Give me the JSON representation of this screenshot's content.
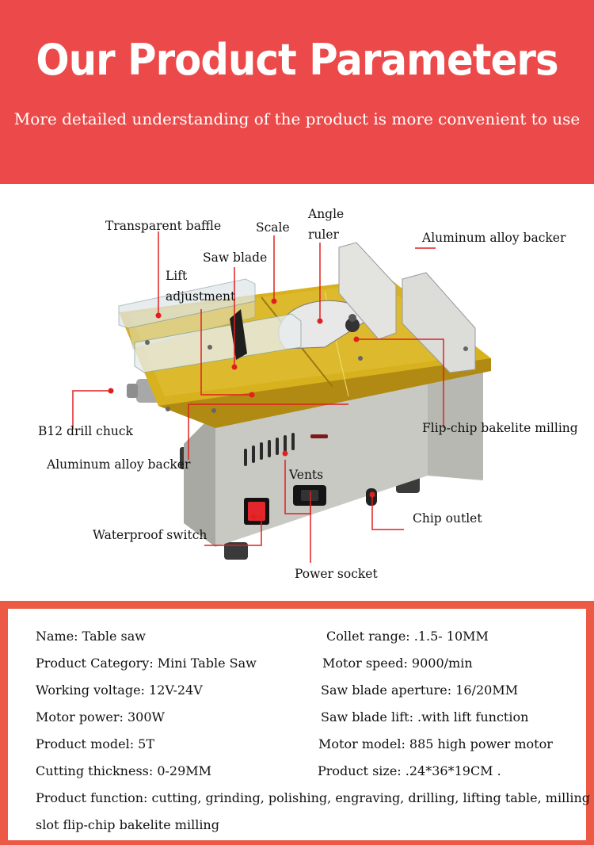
{
  "header": {
    "title": "Our Product Parameters",
    "subtitle": "More detailed understanding of the product is more convenient to use"
  },
  "diagram": {
    "labels": {
      "transparent_baffle": "Transparent baffle",
      "scale": "Scale",
      "angle_ruler_1": "Angle",
      "angle_ruler_2": "ruler",
      "aluminum_backer_top": "Aluminum alloy backer",
      "saw_blade": "Saw blade",
      "lift_1": "Lift",
      "lift_2": "adjustment",
      "drill_chuck": "B12 drill chuck",
      "flip_chip": "Flip-chip bakelite milling",
      "aluminum_backer_bottom": "Aluminum alloy backer",
      "vents": "Vents",
      "chip_outlet": "Chip outlet",
      "waterproof_switch": "Waterproof switch",
      "power_socket": "Power socket"
    },
    "colors": {
      "table": "#d8b21e",
      "body": "#c7c7c2",
      "callout": "#e02020"
    }
  },
  "params": {
    "left": [
      "Name: Table saw",
      "Product Category: Mini Table Saw",
      "Working voltage: 12V-24V",
      "Motor power: 300W",
      "Product model: 5T",
      "Cutting thickness: 0-29MM"
    ],
    "right": [
      "Collet range: .1.5- 10MM",
      "Motor speed: 9000/min",
      "Saw blade aperture: 16/20MM",
      "Saw blade lift: .with lift function",
      "Motor model: 885 high power motor",
      "Product size: .24*36*19CM ."
    ],
    "function_1": "Product function: cutting, grinding, polishing, engraving, drilling, lifting table, milling",
    "function_2": "slot flip-chip bakelite milling"
  }
}
